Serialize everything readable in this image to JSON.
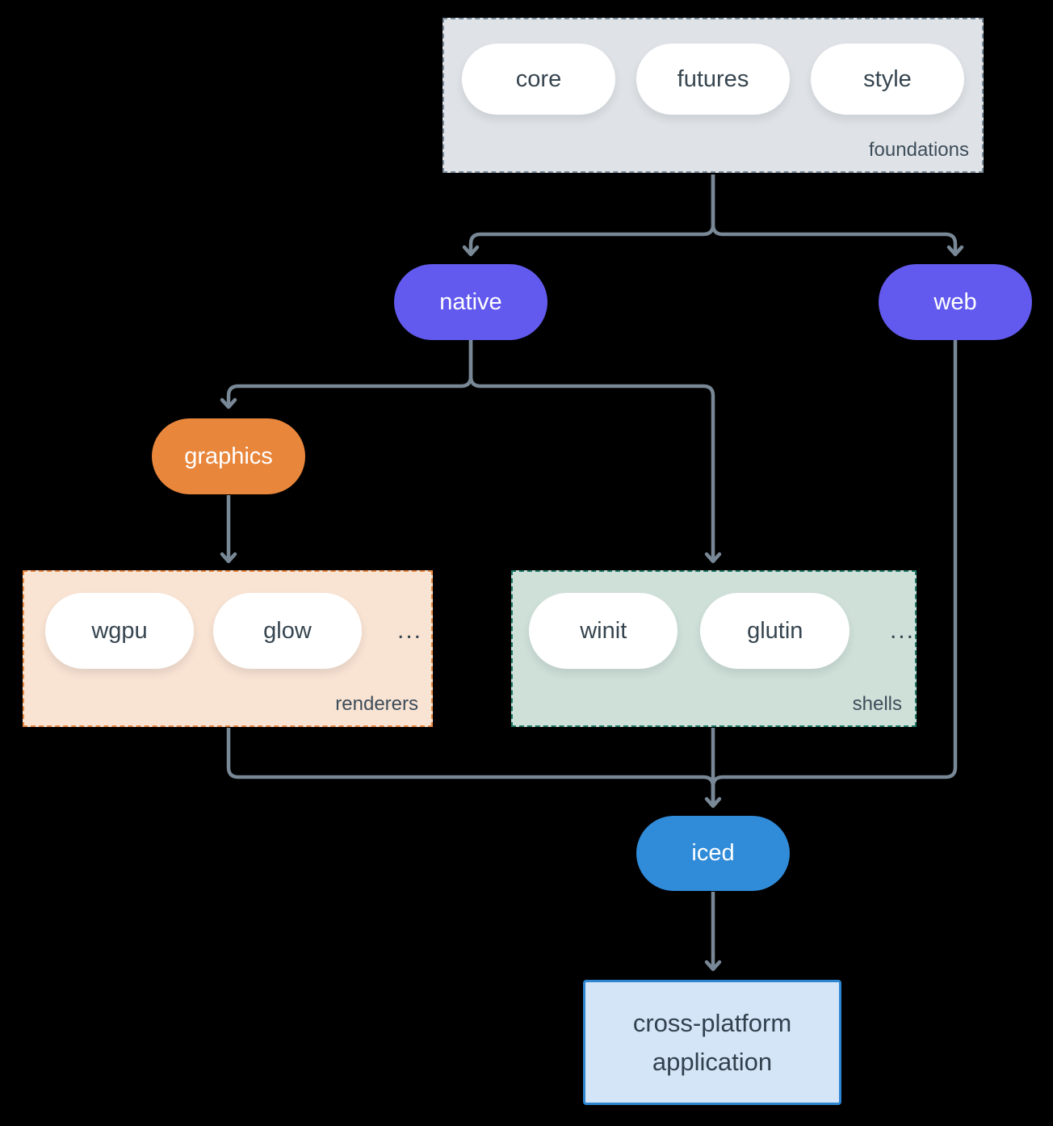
{
  "colors": {
    "background": "#000000",
    "arrow": "#798896",
    "purple": "#625aee",
    "orange": "#e8863c",
    "blue": "#308bd8",
    "pill-text": "#36454f",
    "group-label": "#3d4d5a",
    "foundations-bg": "#dfe3e7",
    "foundations-border": "#78899a",
    "renderers-bg": "#f9e3d3",
    "renderers-border": "#e8873f",
    "shells-bg": "#cfe0d9",
    "shells-border": "#1f7a68",
    "app-bg": "#d4e5f7",
    "app-border": "#2e86d3",
    "app-text": "#33414e"
  },
  "foundations": {
    "label": "foundations",
    "items": [
      "core",
      "futures",
      "style"
    ]
  },
  "native": {
    "label": "native"
  },
  "web": {
    "label": "web"
  },
  "graphics": {
    "label": "graphics"
  },
  "renderers": {
    "label": "renderers",
    "items": [
      "wgpu",
      "glow"
    ],
    "ellipsis": "..."
  },
  "shells": {
    "label": "shells",
    "items": [
      "winit",
      "glutin"
    ],
    "ellipsis": "..."
  },
  "iced": {
    "label": "iced"
  },
  "application": {
    "label": "cross-platform application"
  }
}
